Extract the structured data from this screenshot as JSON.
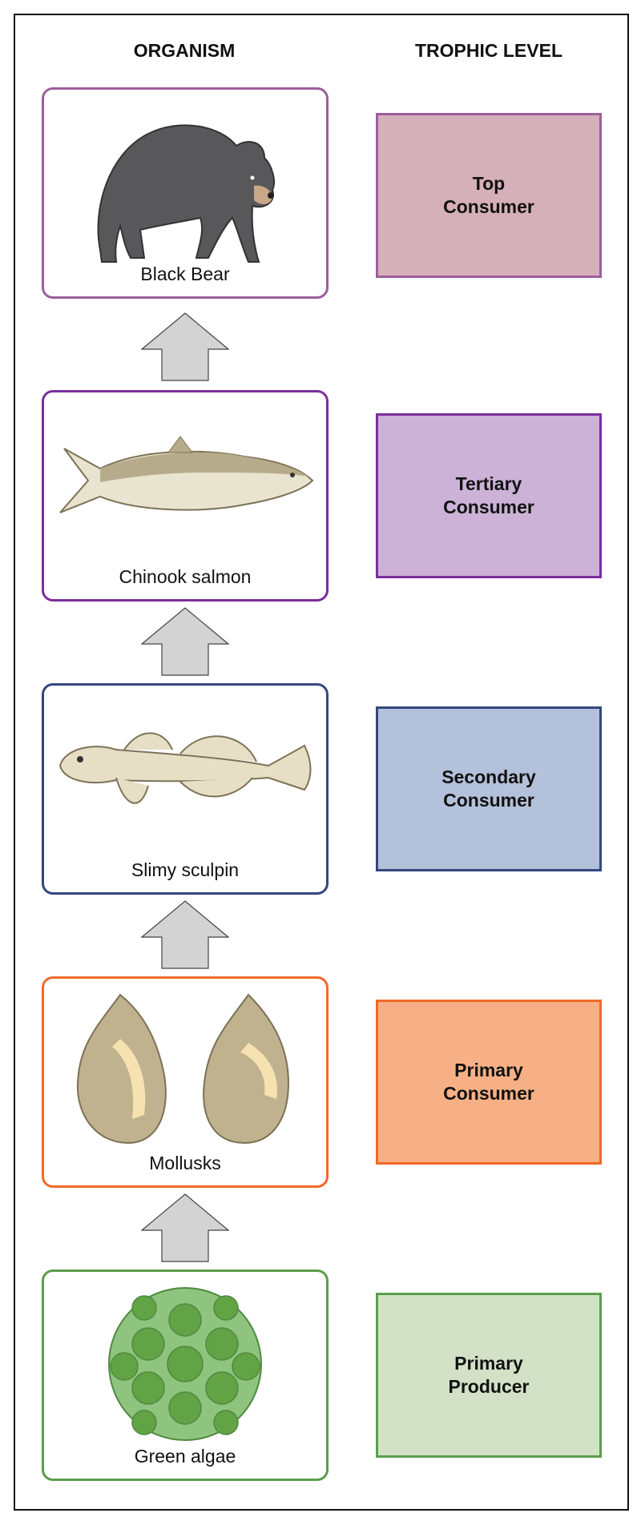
{
  "headers": {
    "organism": "ORGANISM",
    "trophic_level": "TROPHIC LEVEL"
  },
  "levels": [
    {
      "organism": "Black Bear",
      "level_line1": "Top",
      "level_line2": "Consumer",
      "border": "#9b5f9b",
      "fill": "#d5afb9"
    },
    {
      "organism": "Chinook salmon",
      "level_line1": "Tertiary",
      "level_line2": "Consumer",
      "border": "#7b2f9b",
      "fill": "#cbb2d6"
    },
    {
      "organism": "Slimy sculpin",
      "level_line1": "Secondary",
      "level_line2": "Consumer",
      "border": "#34477e",
      "fill": "#b4c1da"
    },
    {
      "organism": "Mollusks",
      "level_line1": "Primary",
      "level_line2": "Consumer",
      "border": "#f0692a",
      "fill": "#f7b085"
    },
    {
      "organism": "Green algae",
      "level_line1": "Primary",
      "level_line2": "Producer",
      "border": "#5a9e4b",
      "fill": "#d3e2c7"
    }
  ]
}
